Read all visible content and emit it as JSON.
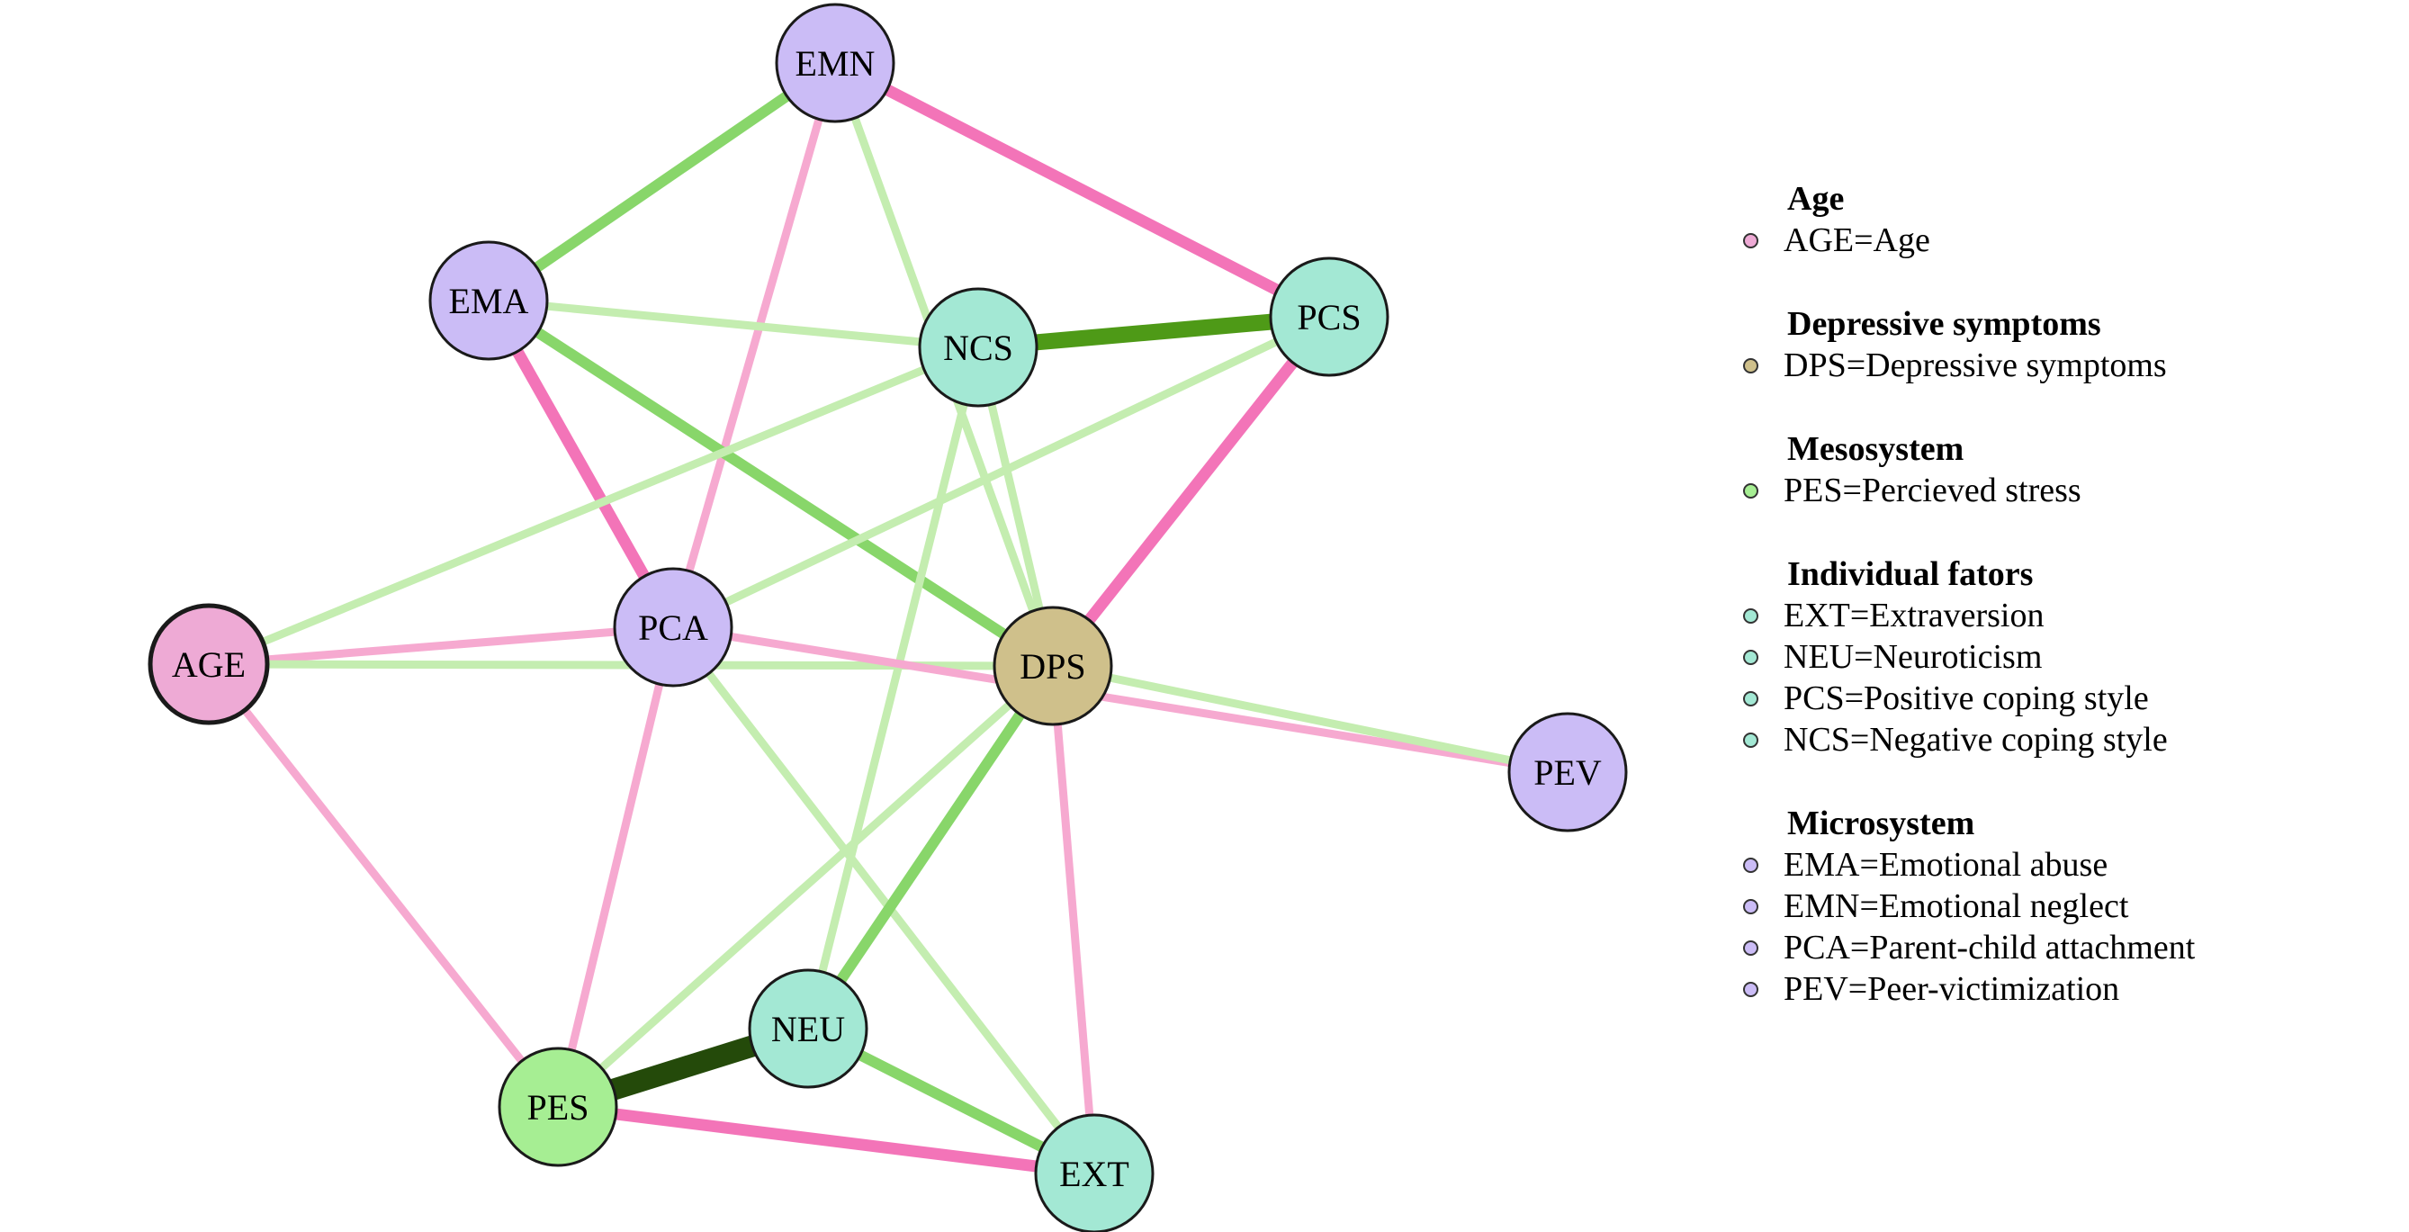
{
  "diagram": {
    "type": "network",
    "nodes": [
      {
        "id": "EMN",
        "label": "EMN",
        "group": "Microsystem",
        "color": "#cbbcf6"
      },
      {
        "id": "EMA",
        "label": "EMA",
        "group": "Microsystem",
        "color": "#cbbcf6"
      },
      {
        "id": "NCS",
        "label": "NCS",
        "group": "Individual fators",
        "color": "#a3e8d4"
      },
      {
        "id": "PCS",
        "label": "PCS",
        "group": "Individual fators",
        "color": "#a3e8d4"
      },
      {
        "id": "AGE",
        "label": "AGE",
        "group": "Age",
        "color": "#eeaad5"
      },
      {
        "id": "PCA",
        "label": "PCA",
        "group": "Microsystem",
        "color": "#cbbcf6"
      },
      {
        "id": "DPS",
        "label": "DPS",
        "group": "Depressive symptoms",
        "color": "#cfc08b"
      },
      {
        "id": "PEV",
        "label": "PEV",
        "group": "Microsystem",
        "color": "#cbbcf6"
      },
      {
        "id": "NEU",
        "label": "NEU",
        "group": "Individual fators",
        "color": "#a3e8d4"
      },
      {
        "id": "PES",
        "label": "PES",
        "group": "Mesosystem",
        "color": "#a6ee93"
      },
      {
        "id": "EXT",
        "label": "EXT",
        "group": "Individual fators",
        "color": "#a3e8d4"
      }
    ],
    "edges": [
      {
        "from": "EMN",
        "to": "EMA",
        "sign": "positive",
        "strength": "medium"
      },
      {
        "from": "EMN",
        "to": "PCS",
        "sign": "negative",
        "strength": "medium"
      },
      {
        "from": "EMN",
        "to": "PCA",
        "sign": "negative",
        "strength": "weak"
      },
      {
        "from": "EMN",
        "to": "DPS",
        "sign": "positive",
        "strength": "weak"
      },
      {
        "from": "EMA",
        "to": "NCS",
        "sign": "positive",
        "strength": "weak"
      },
      {
        "from": "EMA",
        "to": "PCA",
        "sign": "negative",
        "strength": "medium"
      },
      {
        "from": "EMA",
        "to": "DPS",
        "sign": "positive",
        "strength": "medium"
      },
      {
        "from": "NCS",
        "to": "PCS",
        "sign": "positive",
        "strength": "strong"
      },
      {
        "from": "NCS",
        "to": "AGE",
        "sign": "positive",
        "strength": "weak"
      },
      {
        "from": "NCS",
        "to": "DPS",
        "sign": "positive",
        "strength": "weak"
      },
      {
        "from": "NCS",
        "to": "NEU",
        "sign": "positive",
        "strength": "weak"
      },
      {
        "from": "PCS",
        "to": "PCA",
        "sign": "positive",
        "strength": "weak"
      },
      {
        "from": "PCS",
        "to": "DPS",
        "sign": "negative",
        "strength": "medium"
      },
      {
        "from": "AGE",
        "to": "PCA",
        "sign": "negative",
        "strength": "weak"
      },
      {
        "from": "AGE",
        "to": "DPS",
        "sign": "positive",
        "strength": "weak"
      },
      {
        "from": "AGE",
        "to": "PES",
        "sign": "negative",
        "strength": "weak"
      },
      {
        "from": "PCA",
        "to": "PEV",
        "sign": "negative",
        "strength": "weak"
      },
      {
        "from": "PCA",
        "to": "PES",
        "sign": "negative",
        "strength": "weak"
      },
      {
        "from": "PCA",
        "to": "EXT",
        "sign": "positive",
        "strength": "weak"
      },
      {
        "from": "DPS",
        "to": "PEV",
        "sign": "positive",
        "strength": "weak"
      },
      {
        "from": "DPS",
        "to": "NEU",
        "sign": "positive",
        "strength": "medium"
      },
      {
        "from": "DPS",
        "to": "PES",
        "sign": "positive",
        "strength": "weak"
      },
      {
        "from": "DPS",
        "to": "EXT",
        "sign": "negative",
        "strength": "weak"
      },
      {
        "from": "NEU",
        "to": "PES",
        "sign": "positive",
        "strength": "very-strong"
      },
      {
        "from": "NEU",
        "to": "EXT",
        "sign": "positive",
        "strength": "medium"
      },
      {
        "from": "PES",
        "to": "EXT",
        "sign": "negative",
        "strength": "medium"
      }
    ]
  },
  "legend": {
    "groups": [
      {
        "title": "Age",
        "items": [
          {
            "text": "AGE=Age",
            "color": "#eeaad5"
          }
        ]
      },
      {
        "title": "Depressive symptoms",
        "items": [
          {
            "text": "DPS=Depressive symptoms",
            "color": "#cfc08b"
          }
        ]
      },
      {
        "title": "Mesosystem",
        "items": [
          {
            "text": "PES=Percieved stress",
            "color": "#a6ee93"
          }
        ]
      },
      {
        "title": "Individual fators",
        "items": [
          {
            "text": "EXT=Extraversion",
            "color": "#a3e8d4"
          },
          {
            "text": "NEU=Neuroticism",
            "color": "#a3e8d4"
          },
          {
            "text": "PCS=Positive coping style",
            "color": "#a3e8d4"
          },
          {
            "text": "NCS=Negative coping style",
            "color": "#a3e8d4"
          }
        ]
      },
      {
        "title": "Microsystem",
        "items": [
          {
            "text": "EMA=Emotional abuse",
            "color": "#cbbcf6"
          },
          {
            "text": "EMN=Emotional neglect",
            "color": "#cbbcf6"
          },
          {
            "text": "PCA=Parent-child attachment",
            "color": "#cbbcf6"
          },
          {
            "text": "PEV=Peer-victimization",
            "color": "#cbbcf6"
          }
        ]
      }
    ]
  }
}
